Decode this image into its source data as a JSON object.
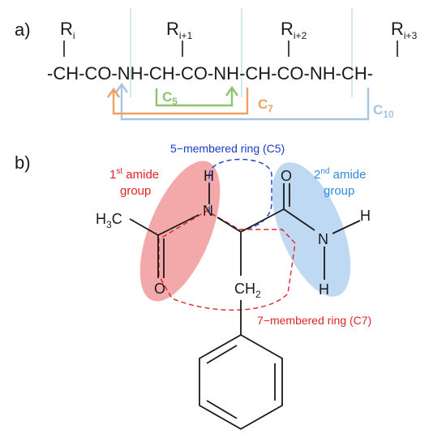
{
  "colors": {
    "c5": "#8dc36d",
    "c7": "#f0a060",
    "c10": "#a8c4e3",
    "blue_ring": "#1a3cc8",
    "red_ring": "#e22424",
    "amide1_fill": "#f19a9a",
    "amide2_fill": "#b9d5f2",
    "amide2_text": "#2e8be0",
    "divider": "#a9d3dc"
  },
  "part_a": {
    "label": "a)",
    "r_groups": [
      {
        "main": "R",
        "sub": "i"
      },
      {
        "main": "R",
        "sub": "i+1"
      },
      {
        "main": "R",
        "sub": "i+2"
      },
      {
        "main": "R",
        "sub": "i+3"
      }
    ],
    "backbone": [
      "-CH-CO-",
      "NH-CH-CO-",
      "NH-CH-CO-",
      "NH-CH-"
    ],
    "rings": [
      {
        "main": "C",
        "sub": "5"
      },
      {
        "main": "C",
        "sub": "7"
      },
      {
        "main": "C",
        "sub": "10"
      }
    ]
  },
  "part_b": {
    "label": "b)",
    "ring_c5_label": "5−membered ring (C5)",
    "ring_c7_label": "7−membered ring (C7)",
    "amide1": {
      "ordinal": "1",
      "sup": "st",
      "word": " amide",
      "group": "group"
    },
    "amide2": {
      "ordinal": "2",
      "sup": "nd",
      "word": " amide",
      "group": "group"
    },
    "atoms": {
      "h3c": "H",
      "h3c_sub": "3",
      "h3c_c": "C",
      "n1": "N",
      "h1": "H",
      "o1": "O",
      "o2": "O",
      "n2": "N",
      "h2a": "H",
      "h2b": "H",
      "ch2": "CH",
      "ch2_sub": "2"
    }
  }
}
